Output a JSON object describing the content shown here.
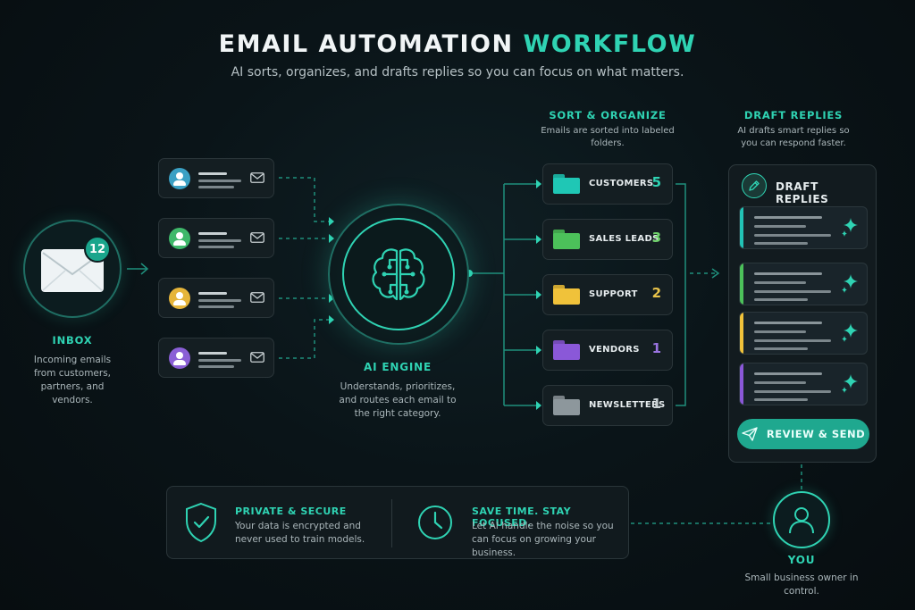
{
  "header": {
    "title_main": "EMAIL AUTOMATION",
    "title_accent": "WORKFLOW",
    "subtitle": "AI sorts, organizes, and drafts replies so you can focus on what matters."
  },
  "inbox": {
    "badge": "12",
    "label": "INBOX",
    "description": "Incoming emails from customers, partners, and vendors."
  },
  "emails": [
    {
      "avatar_color": "#3aa0c4"
    },
    {
      "avatar_color": "#3fb86a"
    },
    {
      "avatar_color": "#e6b53a"
    },
    {
      "avatar_color": "#8a5fd6"
    }
  ],
  "engine": {
    "label": "AI ENGINE",
    "description": "Understands, prioritizes, and routes each email to the right category."
  },
  "sort": {
    "heading": "SORT & ORGANIZE",
    "subtext": "Emails are sorted into labeled folders.",
    "folders": [
      {
        "name": "CUSTOMERS",
        "count": "5",
        "color": "#1fc7b5",
        "count_color": "#2fd3b3"
      },
      {
        "name": "SALES LEADS",
        "count": "3",
        "color": "#4cc15a",
        "count_color": "#6ed36a"
      },
      {
        "name": "SUPPORT",
        "count": "2",
        "color": "#f0c23a",
        "count_color": "#e8c34a"
      },
      {
        "name": "VENDORS",
        "count": "1",
        "color": "#8a58d8",
        "count_color": "#9a74e0"
      },
      {
        "name": "NEWSLETTERS",
        "count": "1",
        "color": "#8d979c",
        "count_color": "#c9d1d4"
      }
    ]
  },
  "drafts": {
    "heading": "DRAFT REPLIES",
    "subtext": "AI drafts smart replies so you can respond faster.",
    "panel_title": "DRAFT REPLIES",
    "reply_colors": [
      "#22c3b6",
      "#4cc15a",
      "#f0c23a",
      "#8a58d8"
    ],
    "button_label": "REVIEW & SEND"
  },
  "info": {
    "secure_heading": "PRIVATE & SECURE",
    "secure_text": "Your data is encrypted and never used to train models.",
    "time_heading": "SAVE TIME. STAY FOCUSED.",
    "time_text": "Let AI handle the noise so you can focus on growing your business."
  },
  "you": {
    "label": "YOU",
    "description": "Small business owner in control."
  },
  "colors": {
    "accent": "#2fd3b3",
    "connector": "#1f8f7c"
  }
}
